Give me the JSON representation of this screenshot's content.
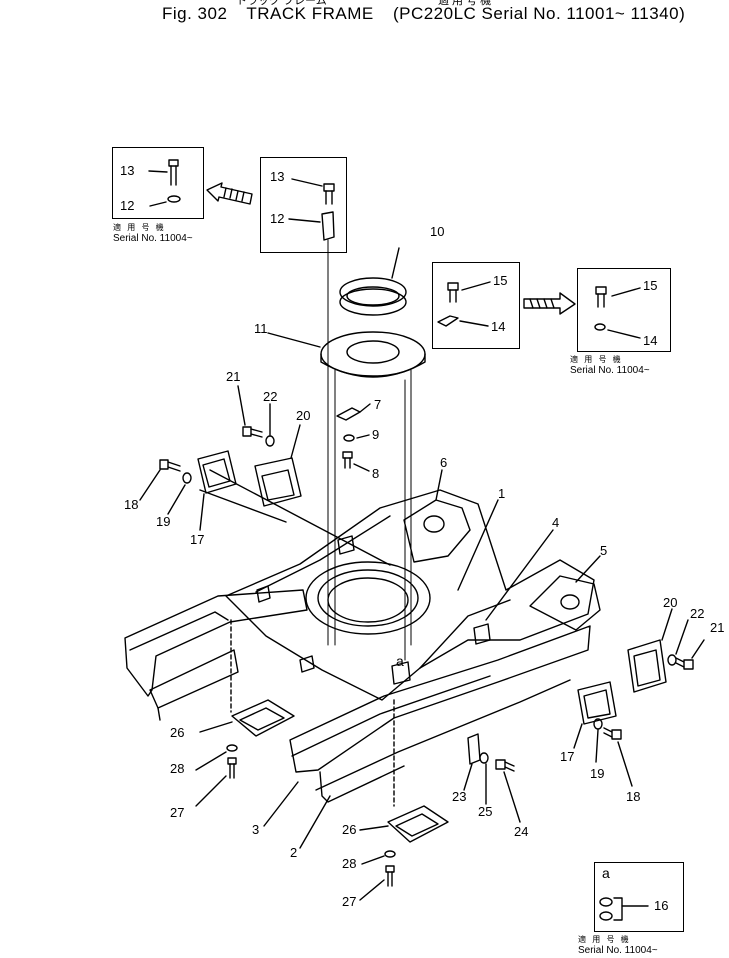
{
  "header": {
    "jp_top_left": "トラック フレーム",
    "fig": "Fig. 302",
    "name": "TRACK FRAME",
    "jp_top_right": "適 用 号 機",
    "serial_range": "(PC220LC Serial No. 11001~ 11340)"
  },
  "insets": {
    "top_left": {
      "jp": "適 用 号 機",
      "serial": "Serial No. 11004~"
    },
    "top_right": {
      "jp": "適 用 号 機",
      "serial": "Serial No. 11004~"
    },
    "bottom_right": {
      "jp": "適 用 号 機",
      "serial": "Serial No. 11004~",
      "mark": "a"
    }
  },
  "main_mark": "a",
  "callouts": [
    "1",
    "2",
    "3",
    "4",
    "5",
    "6",
    "7",
    "8",
    "9",
    "10",
    "11",
    "12",
    "13",
    "14",
    "15",
    "16",
    "17",
    "18",
    "19",
    "20",
    "21",
    "22",
    "23",
    "24",
    "25",
    "26",
    "27",
    "28"
  ],
  "labels": {
    "c13a": "13",
    "c12a": "12",
    "c13b": "13",
    "c12b": "12",
    "c10": "10",
    "c15a": "15",
    "c14a": "14",
    "c15b": "15",
    "c14b": "14",
    "c11": "11",
    "c21a": "21",
    "c22a": "22",
    "c20a": "20",
    "c7": "7",
    "c9": "9",
    "c8": "8",
    "c6": "6",
    "c18a": "18",
    "c19a": "19",
    "c17a": "17",
    "c1": "1",
    "c4": "4",
    "c5": "5",
    "c20b": "20",
    "c22b": "22",
    "c21b": "21",
    "c17b": "17",
    "c19b": "19",
    "c18b": "18",
    "c26a": "26",
    "c28a": "28",
    "c27a": "27",
    "c3": "3",
    "c2": "2",
    "c23": "23",
    "c25": "25",
    "c24": "24",
    "c26b": "26",
    "c28b": "28",
    "c27b": "27",
    "c16": "16"
  }
}
